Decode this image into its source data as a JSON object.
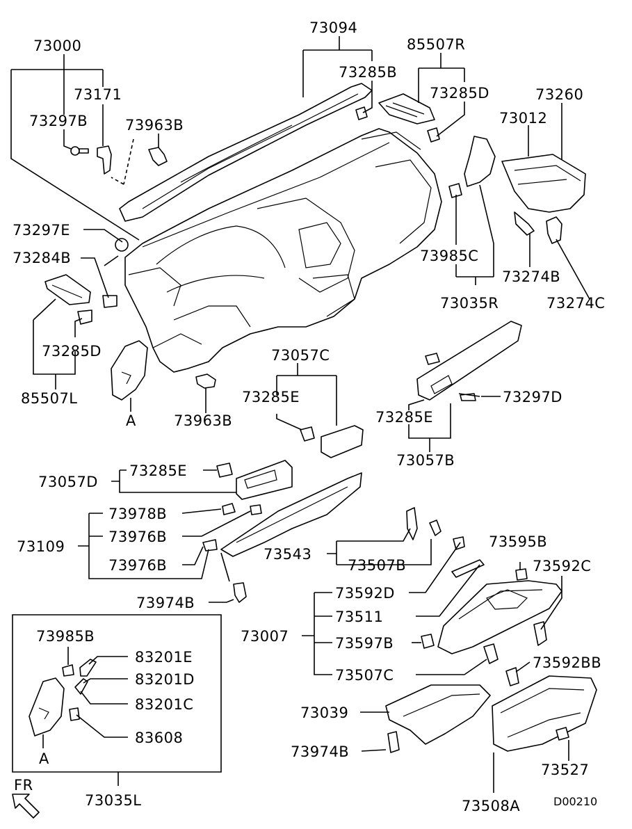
{
  "diagram_code": "D00210",
  "fr_marker": "FR",
  "view_marker": "A",
  "labels": {
    "p73000": "73000",
    "p73094": "73094",
    "p85507R": "85507R",
    "p73285B": "73285B",
    "p73171": "73171",
    "p73297B": "73297B",
    "p73963B_top": "73963B",
    "p73285D_r": "73285D",
    "p73260": "73260",
    "p73012": "73012",
    "p73297E": "73297E",
    "p73284B": "73284B",
    "p73985C": "73985C",
    "p73274B": "73274B",
    "p73035R": "73035R",
    "p73274C": "73274C",
    "p73285D_l": "73285D",
    "p85507L": "85507L",
    "p73057C": "73057C",
    "p73963B_bot": "73963B",
    "p73285E_mid": "73285E",
    "p73297D": "73297D",
    "p73285E_r": "73285E",
    "p73057B": "73057B",
    "p73057D": "73057D",
    "p73285E_l": "73285E",
    "p73978B": "73978B",
    "p73976B_a": "73976B",
    "p73109": "73109",
    "p73976B_b": "73976B",
    "p73543": "73543",
    "p73507B": "73507B",
    "p73595B": "73595B",
    "p73592C": "73592C",
    "p73974B_top": "73974B",
    "p73592D": "73592D",
    "p73511": "73511",
    "p73007": "73007",
    "p73597B": "73597B",
    "p73507C": "73507C",
    "p73592BB": "73592BB",
    "p73985B": "73985B",
    "p83201E": "83201E",
    "p83201D": "83201D",
    "p83201C": "83201C",
    "p83608": "83608",
    "p73039": "73039",
    "p73974B_bot": "73974B",
    "p73527": "73527",
    "p73035L": "73035L",
    "p73508A": "73508A"
  }
}
